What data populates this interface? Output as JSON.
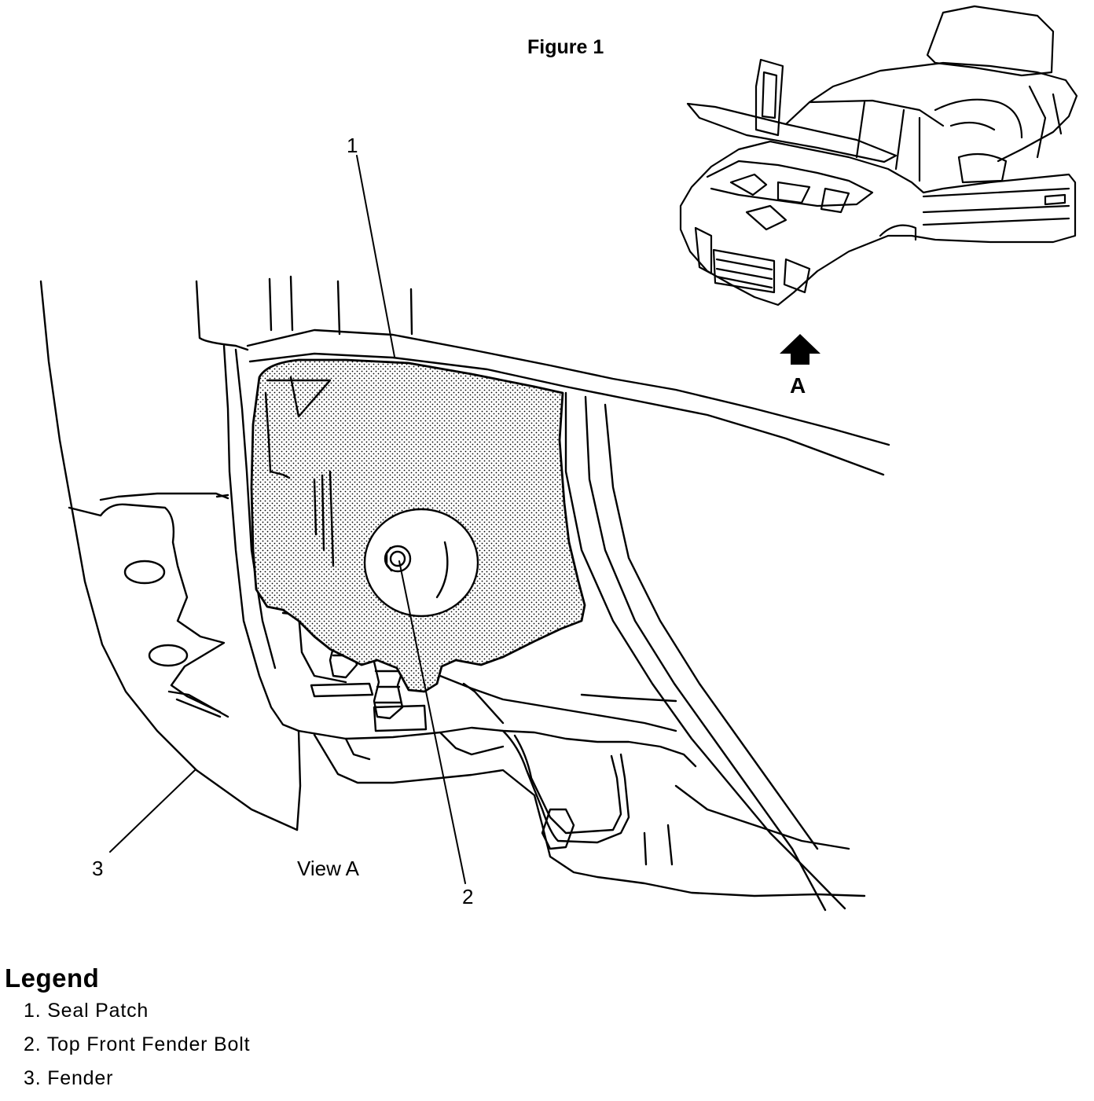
{
  "figure": {
    "title": "Figure 1",
    "view_label": "View A",
    "view_arrow_label": "A"
  },
  "callouts": [
    "1",
    "2",
    "3"
  ],
  "legend": {
    "title": "Legend",
    "items": [
      {
        "number": "1.",
        "label": "Seal Patch"
      },
      {
        "number": "2.",
        "label": "Top Front Fender Bolt"
      },
      {
        "number": "3.",
        "label": "Fender"
      }
    ]
  },
  "colors": {
    "ink": "#000000",
    "paper": "#ffffff"
  }
}
